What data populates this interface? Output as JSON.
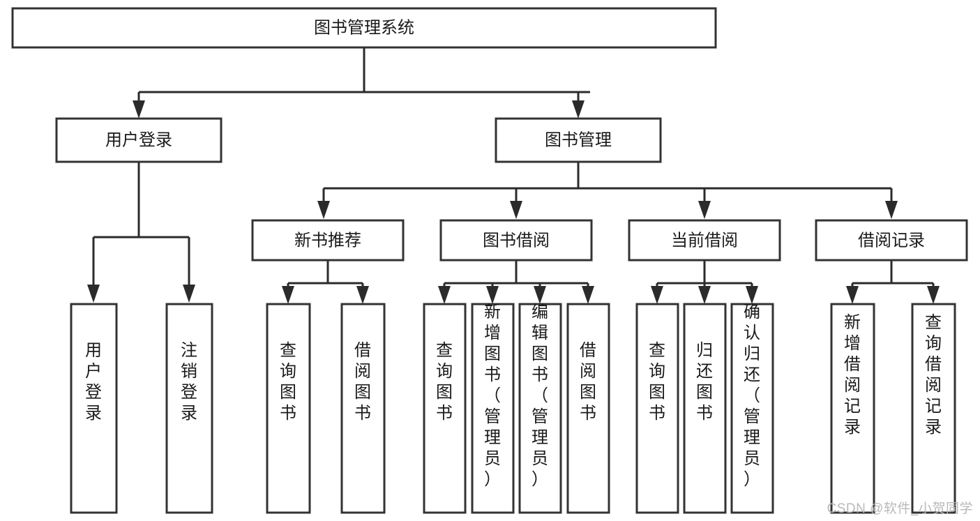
{
  "diagram": {
    "title": "图书管理系统",
    "type": "tree-hierarchy-chart",
    "colors": {
      "box_stroke": "#333333",
      "box_fill": "#ffffff",
      "connector": "#2b2b2b",
      "text": "#1a1a1a",
      "background": "#ffffff",
      "watermark": "#b9b9b9"
    },
    "nodes": {
      "root": {
        "label": "图书管理系统",
        "orientation": "horizontal"
      },
      "level2": [
        {
          "id": "user-login",
          "label": "用户登录",
          "orientation": "horizontal"
        },
        {
          "id": "book-management",
          "label": "图书管理",
          "orientation": "horizontal"
        }
      ],
      "level3": [
        {
          "id": "new-book-recommend",
          "label": "新书推荐",
          "orientation": "horizontal"
        },
        {
          "id": "book-borrow",
          "label": "图书借阅",
          "orientation": "horizontal"
        },
        {
          "id": "current-borrow",
          "label": "当前借阅",
          "orientation": "horizontal"
        },
        {
          "id": "borrow-record",
          "label": "借阅记录",
          "orientation": "horizontal"
        }
      ],
      "leaves": {
        "user-login": [
          {
            "id": "leaf-user-login",
            "label": "用户登录",
            "orientation": "vertical"
          },
          {
            "id": "leaf-user-logout",
            "label": "注销登录",
            "orientation": "vertical"
          }
        ],
        "new-book-recommend": [
          {
            "id": "leaf-query-book-1",
            "label": "查询图书",
            "orientation": "vertical"
          },
          {
            "id": "leaf-borrow-book-1",
            "label": "借阅图书",
            "orientation": "vertical"
          }
        ],
        "book-borrow": [
          {
            "id": "leaf-query-book-2",
            "label": "查询图书",
            "orientation": "vertical"
          },
          {
            "id": "leaf-add-book",
            "label": "新增图书（管理员）",
            "orientation": "vertical"
          },
          {
            "id": "leaf-edit-book",
            "label": "编辑图书（管理员）",
            "orientation": "vertical"
          },
          {
            "id": "leaf-borrow-book-2",
            "label": "借阅图书",
            "orientation": "vertical"
          }
        ],
        "current-borrow": [
          {
            "id": "leaf-query-book-3",
            "label": "查询图书",
            "orientation": "vertical"
          },
          {
            "id": "leaf-return-book",
            "label": "归还图书",
            "orientation": "vertical"
          },
          {
            "id": "leaf-confirm-return",
            "label": "确认归还（管理员）",
            "orientation": "vertical"
          }
        ],
        "borrow-record": [
          {
            "id": "leaf-add-record",
            "label": "新增借阅记录",
            "orientation": "vertical"
          },
          {
            "id": "leaf-query-record",
            "label": "查询借阅记录",
            "orientation": "vertical"
          }
        ]
      }
    }
  },
  "watermark": {
    "text": "CSDN @软件_小贺同学"
  }
}
